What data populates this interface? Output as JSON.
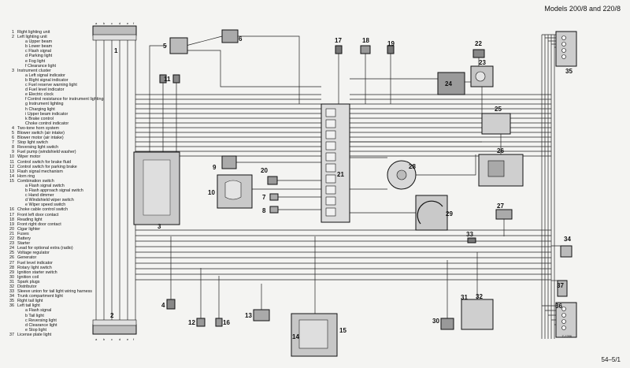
{
  "header": {
    "title": "Models 200/8 and 220/8"
  },
  "legend": [
    {
      "n": "1",
      "text": "Right lighting unit"
    },
    {
      "n": "2",
      "text": "Left lighting unit"
    },
    {
      "n": "",
      "text": "a Upper beam"
    },
    {
      "n": "",
      "text": "b Lower beam"
    },
    {
      "n": "",
      "text": "c Flash signal"
    },
    {
      "n": "",
      "text": "d Parking light"
    },
    {
      "n": "",
      "text": "e Fog light"
    },
    {
      "n": "",
      "text": "f Clearance light"
    },
    {
      "n": "3",
      "text": "Instrument cluster"
    },
    {
      "n": "",
      "text": "a Left signal indicator"
    },
    {
      "n": "",
      "text": "b Right signal indicator"
    },
    {
      "n": "",
      "text": "c Fuel reserve warning light"
    },
    {
      "n": "",
      "text": "d Fuel level indicator"
    },
    {
      "n": "",
      "text": "e Electric clock"
    },
    {
      "n": "",
      "text": "f Control resistance for instrument lighting"
    },
    {
      "n": "",
      "text": "g Instrument lighting"
    },
    {
      "n": "",
      "text": "h Charging light"
    },
    {
      "n": "",
      "text": "i Upper beam indicator"
    },
    {
      "n": "",
      "text": "k Brake control"
    },
    {
      "n": "",
      "text": "Choke control indicator"
    },
    {
      "n": "4",
      "text": "Two-tone horn system"
    },
    {
      "n": "5",
      "text": "Blower switch (air intake)"
    },
    {
      "n": "6",
      "text": "Blower motor (air intake)"
    },
    {
      "n": "7",
      "text": "Stop light switch"
    },
    {
      "n": "8",
      "text": "Reversing light switch"
    },
    {
      "n": "9",
      "text": "Fuel pump (windshield washer)"
    },
    {
      "n": "10",
      "text": "Wiper motor"
    },
    {
      "n": "11",
      "text": "Control switch for brake fluid"
    },
    {
      "n": "12",
      "text": "Control switch for parking brake"
    },
    {
      "n": "13",
      "text": "Flash signal mechanism"
    },
    {
      "n": "14",
      "text": "Horn ring"
    },
    {
      "n": "15",
      "text": "Combination switch"
    },
    {
      "n": "",
      "text": "a Flash signal switch"
    },
    {
      "n": "",
      "text": "b Flash approach signal switch"
    },
    {
      "n": "",
      "text": "c Hand dimmer"
    },
    {
      "n": "",
      "text": "d Windshield wiper switch"
    },
    {
      "n": "",
      "text": "e Wiper speed switch"
    },
    {
      "n": "16",
      "text": "Choke cable control switch"
    },
    {
      "n": "17",
      "text": "Front left door contact"
    },
    {
      "n": "18",
      "text": "Reading light"
    },
    {
      "n": "19",
      "text": "Front right door contact"
    },
    {
      "n": "20",
      "text": "Cigar lighter"
    },
    {
      "n": "21",
      "text": "Fuses"
    },
    {
      "n": "22",
      "text": "Battery"
    },
    {
      "n": "23",
      "text": "Starter"
    },
    {
      "n": "24",
      "text": "Lead for optional extra (radio)"
    },
    {
      "n": "25",
      "text": "Voltage regulator"
    },
    {
      "n": "26",
      "text": "Generator"
    },
    {
      "n": "27",
      "text": "Fuel level indicator"
    },
    {
      "n": "28",
      "text": "Rotary light switch"
    },
    {
      "n": "29",
      "text": "Ignition starter switch"
    },
    {
      "n": "30",
      "text": "Ignition coil"
    },
    {
      "n": "31",
      "text": "Spark plugs"
    },
    {
      "n": "32",
      "text": "Distributor"
    },
    {
      "n": "33",
      "text": "Sleeve union for tail light wiring harness"
    },
    {
      "n": "34",
      "text": "Trunk compartment light"
    },
    {
      "n": "35",
      "text": "Right tail light"
    },
    {
      "n": "36",
      "text": "Left tail light"
    },
    {
      "n": "",
      "text": "a Flash signal"
    },
    {
      "n": "",
      "text": "b Tail light"
    },
    {
      "n": "",
      "text": "c Reversing light"
    },
    {
      "n": "",
      "text": "d Clearance light"
    },
    {
      "n": "",
      "text": "e Stop light"
    },
    {
      "n": "37",
      "text": "License plate light"
    }
  ],
  "callouts": {
    "c1": "1",
    "c2": "2",
    "c3": "3",
    "c4": "4",
    "c5": "5",
    "c6": "6",
    "c7": "7",
    "c8": "8",
    "c9": "9",
    "c10": "10",
    "c11": "11",
    "c12": "12",
    "c13": "13",
    "c14": "14",
    "c15": "15",
    "c16": "16",
    "c17": "17",
    "c18": "18",
    "c19": "19",
    "c20": "20",
    "c21": "21",
    "c22": "22",
    "c23": "23",
    "c24": "24",
    "c25": "25",
    "c26": "26",
    "c27": "27",
    "c28": "28",
    "c29": "29",
    "c30": "30",
    "c31": "31",
    "c32": "32",
    "c33": "33",
    "c34": "34",
    "c35": "35",
    "c36": "36",
    "c37": "37"
  },
  "pin_letters": [
    "a",
    "b",
    "c",
    "d",
    "e",
    "f"
  ],
  "footer": {
    "page": "54–5/1",
    "code": "Z-1286"
  }
}
